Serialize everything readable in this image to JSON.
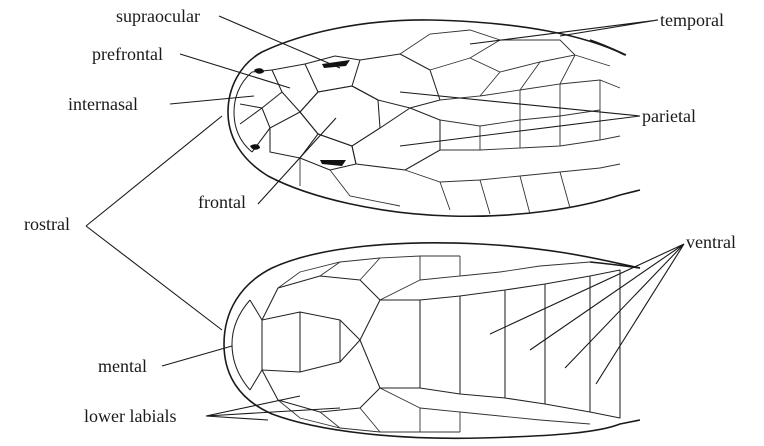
{
  "labels": {
    "supraocular": "supraocular",
    "temporal": "temporal",
    "prefrontal": "prefrontal",
    "internasal": "internasal",
    "parietal": "parietal",
    "frontal": "frontal",
    "rostral": "rostral",
    "ventral": "ventral",
    "mental": "mental",
    "lower_labials": "lower labials"
  },
  "figures": {
    "top": "dorsal-view-snake-head",
    "bottom": "ventral-view-snake-head"
  }
}
